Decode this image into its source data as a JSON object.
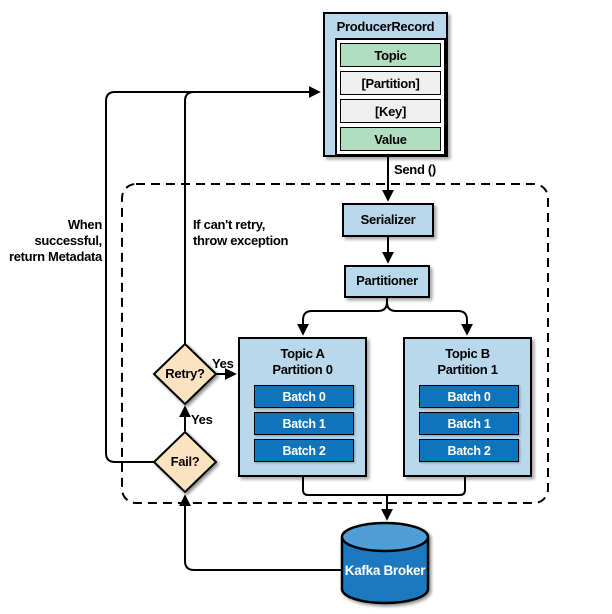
{
  "diagram": {
    "producer_record": {
      "title": "ProducerRecord",
      "fields": [
        "Topic",
        "[Partition]",
        "[Key]",
        "Value"
      ]
    },
    "send_label": "Send ()",
    "serializer_label": "Serializer",
    "partitioner_label": "Partitioner",
    "topic_a": {
      "title_line1": "Topic A",
      "title_line2": "Partition 0",
      "batches": [
        "Batch 0",
        "Batch 1",
        "Batch 2"
      ]
    },
    "topic_b": {
      "title_line1": "Topic B",
      "title_line2": "Partition 1",
      "batches": [
        "Batch 0",
        "Batch 1",
        "Batch 2"
      ]
    },
    "retry_label": "Retry?",
    "fail_label": "Fail?",
    "yes_to_topic": "Yes",
    "yes_to_retry": "Yes",
    "success_note": {
      "line1": "When successful,",
      "line2": "return Metadata"
    },
    "throw_note": {
      "line1": "If can't retry,",
      "line2": "throw exception"
    },
    "broker_label": "Kafka Broker",
    "colors": {
      "light_blue_box": "#b9d8ec",
      "batch_blue": "#0f74bb",
      "broker_body_blue": "#1b79bf",
      "broker_top_blue": "#4f9ed6",
      "diamond_peach": "#fbe2c0",
      "field_green": "#b2dec0",
      "field_gray": "#efefef",
      "line_black": "#000000"
    }
  }
}
